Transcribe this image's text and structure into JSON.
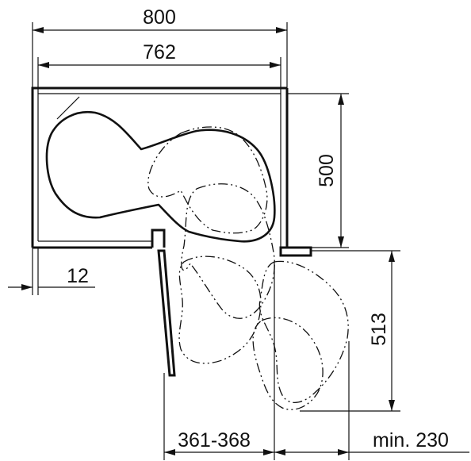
{
  "dimensions": {
    "outer_width": "800",
    "inner_width": "762",
    "depth": "500",
    "panel_thickness": "12",
    "opening": "513",
    "door_clearance": "361-368",
    "min_side": "min. 230"
  }
}
